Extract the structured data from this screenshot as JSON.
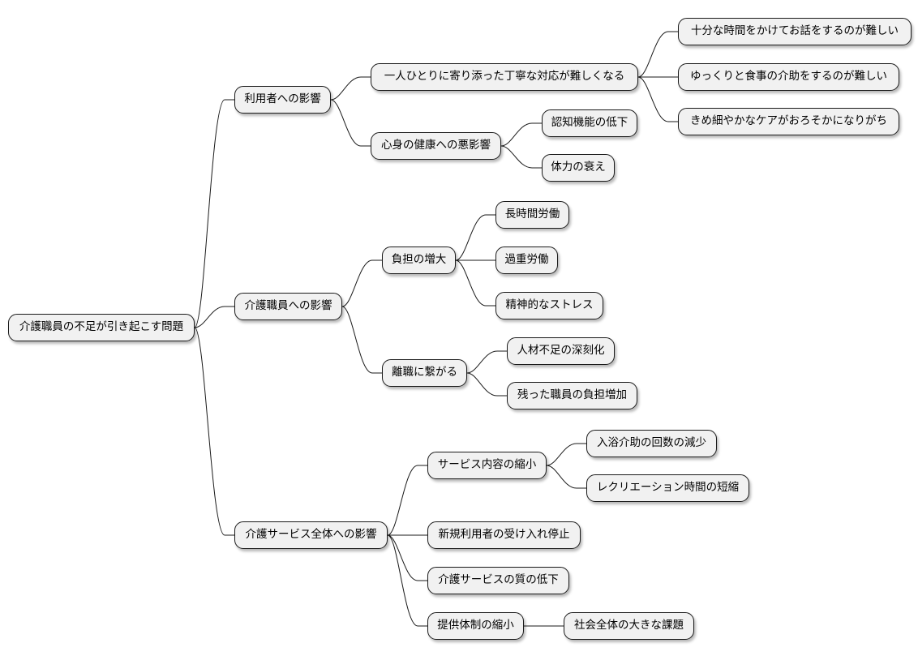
{
  "root": "介護職員の不足が引き起こす問題",
  "branches": [
    {
      "label": "利用者への影響",
      "children": [
        {
          "label": "一人ひとりに寄り添った丁寧な対応が難しくなる",
          "children": [
            "十分な時間をかけてお話をするのが難しい",
            "ゆっくりと食事の介助をするのが難しい",
            "きめ細やかなケアがおろそかになりがち"
          ]
        },
        {
          "label": "心身の健康への悪影響",
          "children": [
            "認知機能の低下",
            "体力の衰え"
          ]
        }
      ]
    },
    {
      "label": "介護職員への影響",
      "children": [
        {
          "label": "負担の増大",
          "children": [
            "長時間労働",
            "過重労働",
            "精神的なストレス"
          ]
        },
        {
          "label": "離職に繋がる",
          "children": [
            "人材不足の深刻化",
            "残った職員の負担増加"
          ]
        }
      ]
    },
    {
      "label": "介護サービス全体への影響",
      "children": [
        {
          "label": "サービス内容の縮小",
          "children": [
            "入浴介助の回数の減少",
            "レクリエーション時間の短縮"
          ]
        },
        {
          "label": "新規利用者の受け入れ停止",
          "children": []
        },
        {
          "label": "介護サービスの質の低下",
          "children": []
        },
        {
          "label": "提供体制の縮小",
          "children": [
            "社会全体の大きな課題"
          ]
        }
      ]
    }
  ]
}
